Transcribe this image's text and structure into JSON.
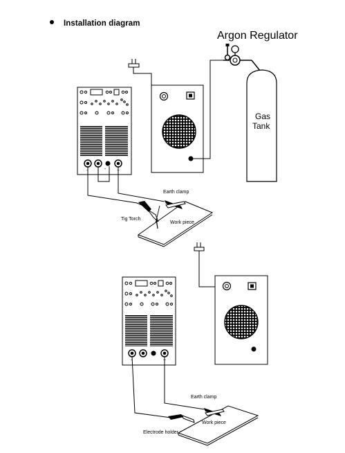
{
  "heading": "Installation diagram",
  "labels": {
    "argon_regulator": "Argon Regulator",
    "gas": "Gas",
    "tank": "Tank",
    "earth_clamp_1": "Earth clamp",
    "tig_torch": "Tig Torch",
    "work_piece_1": "Work piece",
    "earth_clamp_2": "Earth clamp",
    "work_piece_2": "Work piece",
    "electrode_holder": "Electrode holder"
  },
  "terminal_signs": {
    "minus": "-",
    "plus": "+"
  }
}
